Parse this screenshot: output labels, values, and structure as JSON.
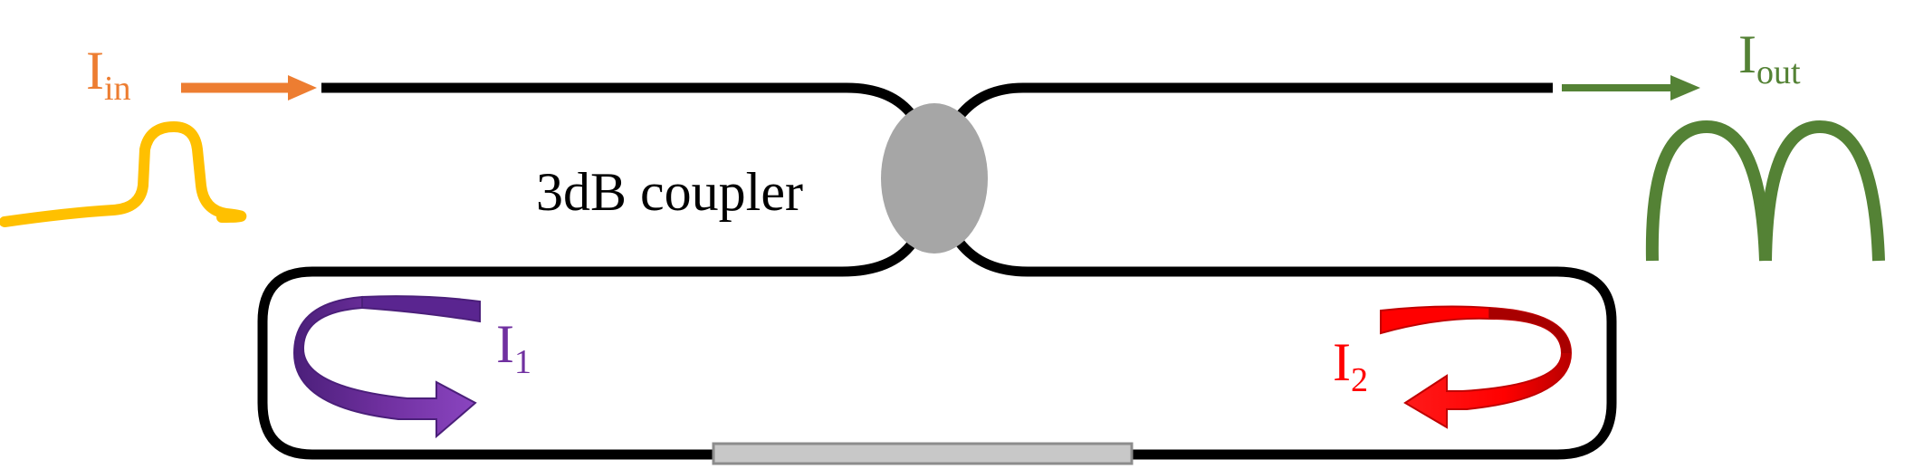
{
  "labels": {
    "input": {
      "main": "I",
      "sub": "in"
    },
    "output": {
      "main": "I",
      "sub": "out"
    },
    "coupler": "3dB coupler",
    "loop_current_1": {
      "main": "I",
      "sub": "1"
    },
    "loop_current_2": {
      "main": "I",
      "sub": "2"
    }
  },
  "colors": {
    "input": "#ed7d31",
    "input_pulse": "#ffc000",
    "output": "#548235",
    "current_1": "#7030a0",
    "current_2": "#ff0000",
    "waveguide": "#000000",
    "coupler": "#a6a6a6",
    "fiber_section": "#c8c8c8"
  }
}
